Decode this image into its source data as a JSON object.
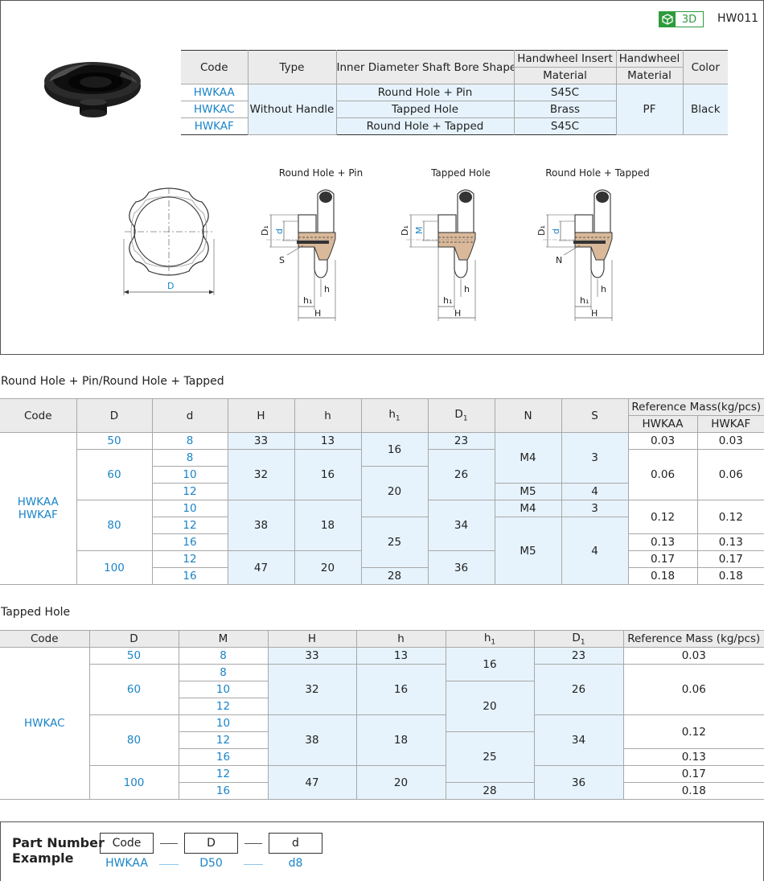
{
  "header": {
    "badge_3d": "3D",
    "series_code": "HW011"
  },
  "spec_table": {
    "headers": {
      "code": "Code",
      "type": "Type",
      "bore": "Inner Diameter Shaft Bore Shape",
      "insert": "Handwheel Insert",
      "insert_sub": "Material",
      "wheel": "Handwheel",
      "wheel_sub": "Material",
      "color": "Color"
    },
    "rows": [
      {
        "code": "HWKAA",
        "bore": "Round Hole + Pin",
        "insert": "S45C"
      },
      {
        "code": "HWKAC",
        "bore": "Tapped Hole",
        "insert": "Brass"
      },
      {
        "code": "HWKAF",
        "bore": "Round Hole + Tapped",
        "insert": "S45C"
      }
    ],
    "type_value": "Without Handle",
    "wheel_material": "PF",
    "color_value": "Black"
  },
  "diagrams": {
    "titles": [
      "Round Hole + Pin",
      "Tapped Hole",
      "Round Hole + Tapped"
    ],
    "labels": {
      "D": "D",
      "D1": "D",
      "D1_sub": "1",
      "d": "d",
      "M": "M",
      "S": "S",
      "N": "N",
      "h": "h",
      "h1": "h",
      "h1_sub": "1",
      "H": "H"
    }
  },
  "table1": {
    "title": "Round Hole + Pin/Round Hole + Tapped",
    "headers": {
      "code": "Code",
      "D": "D",
      "d": "d",
      "H": "H",
      "h": "h",
      "h1": "h",
      "h1_sub": "1",
      "D1": "D",
      "D1_sub": "1",
      "N": "N",
      "S": "S",
      "mass": "Reference Mass(kg/pcs)",
      "mass_a": "HWKAA",
      "mass_f": "HWKAF"
    },
    "code1": "HWKAA",
    "code2": "HWKAF",
    "D": [
      "50",
      "60",
      "80",
      "100"
    ],
    "d": [
      "8",
      "8",
      "10",
      "12",
      "10",
      "12",
      "16",
      "12",
      "16"
    ],
    "H": [
      "33",
      "32",
      "38",
      "47"
    ],
    "h": [
      "13",
      "16",
      "18",
      "20"
    ],
    "h1": [
      "16",
      "20",
      "25",
      "28"
    ],
    "D1": [
      "23",
      "26",
      "34",
      "36"
    ],
    "N": [
      "M4",
      "M5",
      "M4",
      "M5"
    ],
    "S": [
      "3",
      "4",
      "3",
      "4"
    ],
    "mass_a": [
      "0.03",
      "0.06",
      "0.12",
      "0.13",
      "0.17",
      "0.18"
    ],
    "mass_f": [
      "0.03",
      "0.06",
      "0.12",
      "0.13",
      "0.17",
      "0.18"
    ]
  },
  "table2": {
    "title": "Tapped Hole",
    "headers": {
      "code": "Code",
      "D": "D",
      "M": "M",
      "H": "H",
      "h": "h",
      "h1": "h",
      "h1_sub": "1",
      "D1": "D",
      "D1_sub": "1",
      "mass": "Reference Mass (kg/pcs)"
    },
    "code": "HWKAC",
    "D": [
      "50",
      "60",
      "80",
      "100"
    ],
    "M": [
      "8",
      "8",
      "10",
      "12",
      "10",
      "12",
      "16",
      "12",
      "16"
    ],
    "H": [
      "33",
      "32",
      "38",
      "47"
    ],
    "h": [
      "13",
      "16",
      "18",
      "20"
    ],
    "h1": [
      "16",
      "20",
      "25",
      "28"
    ],
    "D1": [
      "23",
      "26",
      "34",
      "36"
    ],
    "mass": [
      "0.03",
      "0.06",
      "0.12",
      "0.13",
      "0.17",
      "0.18"
    ]
  },
  "part_number": {
    "title_line1": "Part Number",
    "title_line2": "Example",
    "fields": [
      "Code",
      "D",
      "d"
    ],
    "values": [
      "HWKAA",
      "D50",
      "d8"
    ]
  },
  "colors": {
    "accent_blue": "#1a84c8",
    "highlight": "#e6f3fc",
    "header_gray": "#ebebeb",
    "badge_green": "#2e9b3c"
  }
}
